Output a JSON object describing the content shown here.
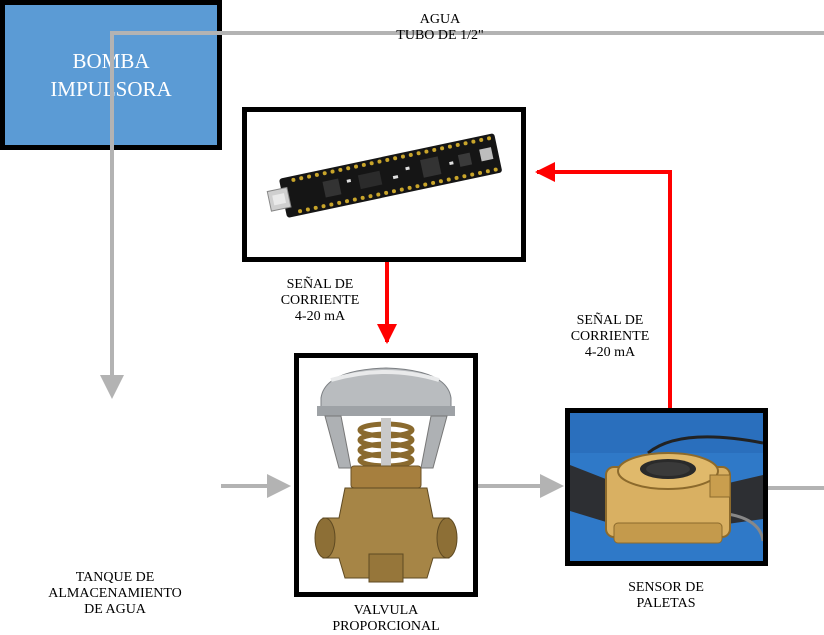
{
  "pipe": {
    "line1": "AGUA",
    "line2": "TUBO DE 1/2\""
  },
  "controller": {
    "title": ""
  },
  "signal_to_valve": {
    "line1": "SEÑAL DE",
    "line2": "CORRIENTE",
    "line3": "4-20 mA"
  },
  "signal_from_sensor": {
    "line1": "SEÑAL DE",
    "line2": "CORRIENTE",
    "line3": "4-20 mA"
  },
  "pump": {
    "line1": "BOMBA",
    "line2": "IMPULSORA"
  },
  "tank": {
    "line1": "TANQUE DE",
    "line2": "ALMACENAMIENTO",
    "line3": "DE AGUA"
  },
  "valve": {
    "line1": "VALVULA",
    "line2": "PROPORCIONAL"
  },
  "sensor": {
    "line1": "SENSOR DE",
    "line2": "PALETAS"
  },
  "colors": {
    "pipe": "#b3b3b3",
    "signal": "#ff0000",
    "pump_fill": "#5b9bd5"
  }
}
